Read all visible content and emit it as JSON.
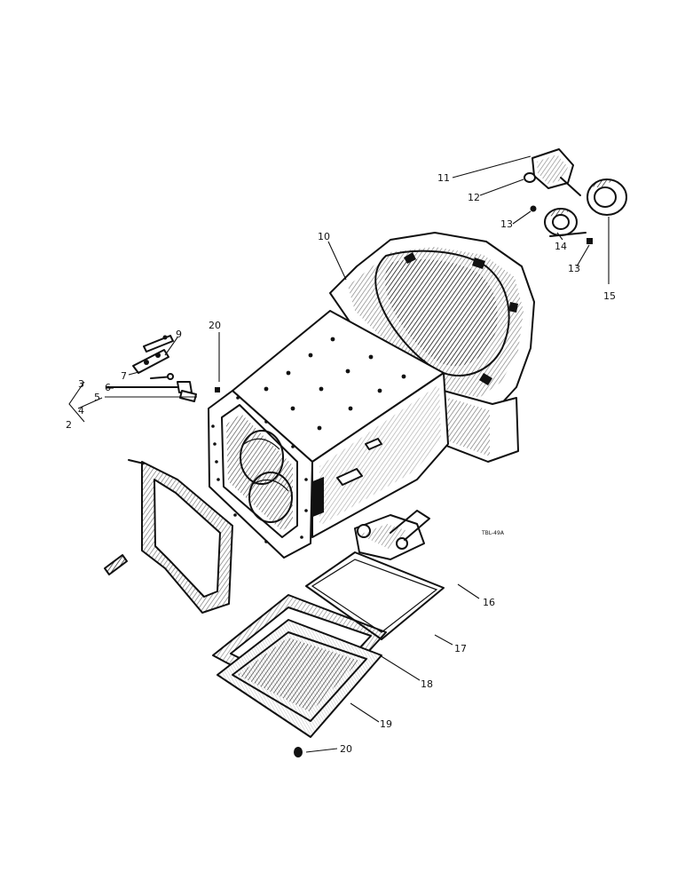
{
  "reference_code": "TBL-49A",
  "callouts": [
    "2",
    "3",
    "4",
    "5",
    "6",
    "7",
    "9",
    "10",
    "11",
    "12",
    "13",
    "14",
    "13",
    "15",
    "16",
    "17",
    "18",
    "19",
    "20",
    "20"
  ]
}
